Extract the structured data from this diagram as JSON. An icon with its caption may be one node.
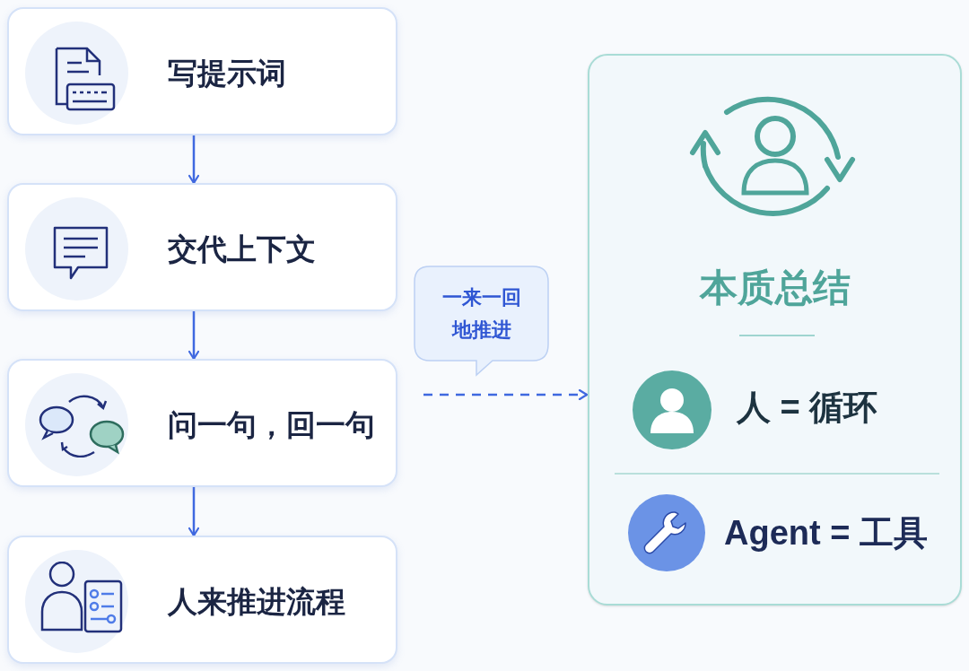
{
  "diagram": {
    "nodes": [
      {
        "text": [
          "写提示词"
        ]
      },
      {
        "text": [
          "交代上下文"
        ]
      },
      {
        "text": [
          "问一句，回一句"
        ]
      },
      {
        "text": [
          "人来推进流程"
        ]
      },
      {
        "text": [
          "本质总结",
          "人 = 循环",
          "Agent = 工具"
        ]
      },
      {
        "text": [
          "一来一回地推进"
        ]
      }
    ],
    "edges": [
      {
        "from": 0,
        "to": 1,
        "arrow": "to"
      },
      {
        "from": 1,
        "to": 2,
        "arrow": "to"
      },
      {
        "from": 2,
        "to": 3,
        "arrow": "to"
      },
      {
        "from": null,
        "to": 4,
        "arrow": "to",
        "style": "dashed"
      }
    ]
  }
}
